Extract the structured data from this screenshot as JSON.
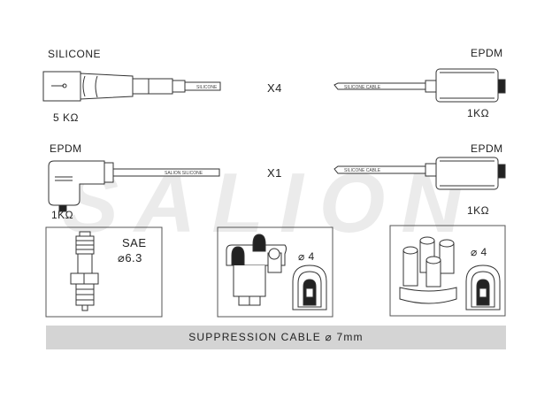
{
  "watermark": "SALION",
  "row1": {
    "left_material": "SILICONE",
    "left_resistance": "5 KΩ",
    "quantity": "X4",
    "right_material": "EPDM",
    "right_resistance": "1KΩ",
    "left_cable_print": "SILICONE",
    "right_cable_print": "SILICONE CABLE"
  },
  "row2": {
    "left_material": "EPDM",
    "left_resistance": "1KΩ",
    "quantity": "X1",
    "right_material": "EPDM",
    "right_resistance": "1KΩ",
    "left_cable_print": "SALION SILICONE",
    "right_cable_print": "SILICONE CABLE"
  },
  "box1": {
    "label1": "SAE",
    "label2": "⌀6.3"
  },
  "box2": {
    "label": "⌀ 4"
  },
  "box3": {
    "label": "⌀ 4"
  },
  "footer": {
    "text": "SUPPRESSION CABLE   ⌀   7mm"
  }
}
